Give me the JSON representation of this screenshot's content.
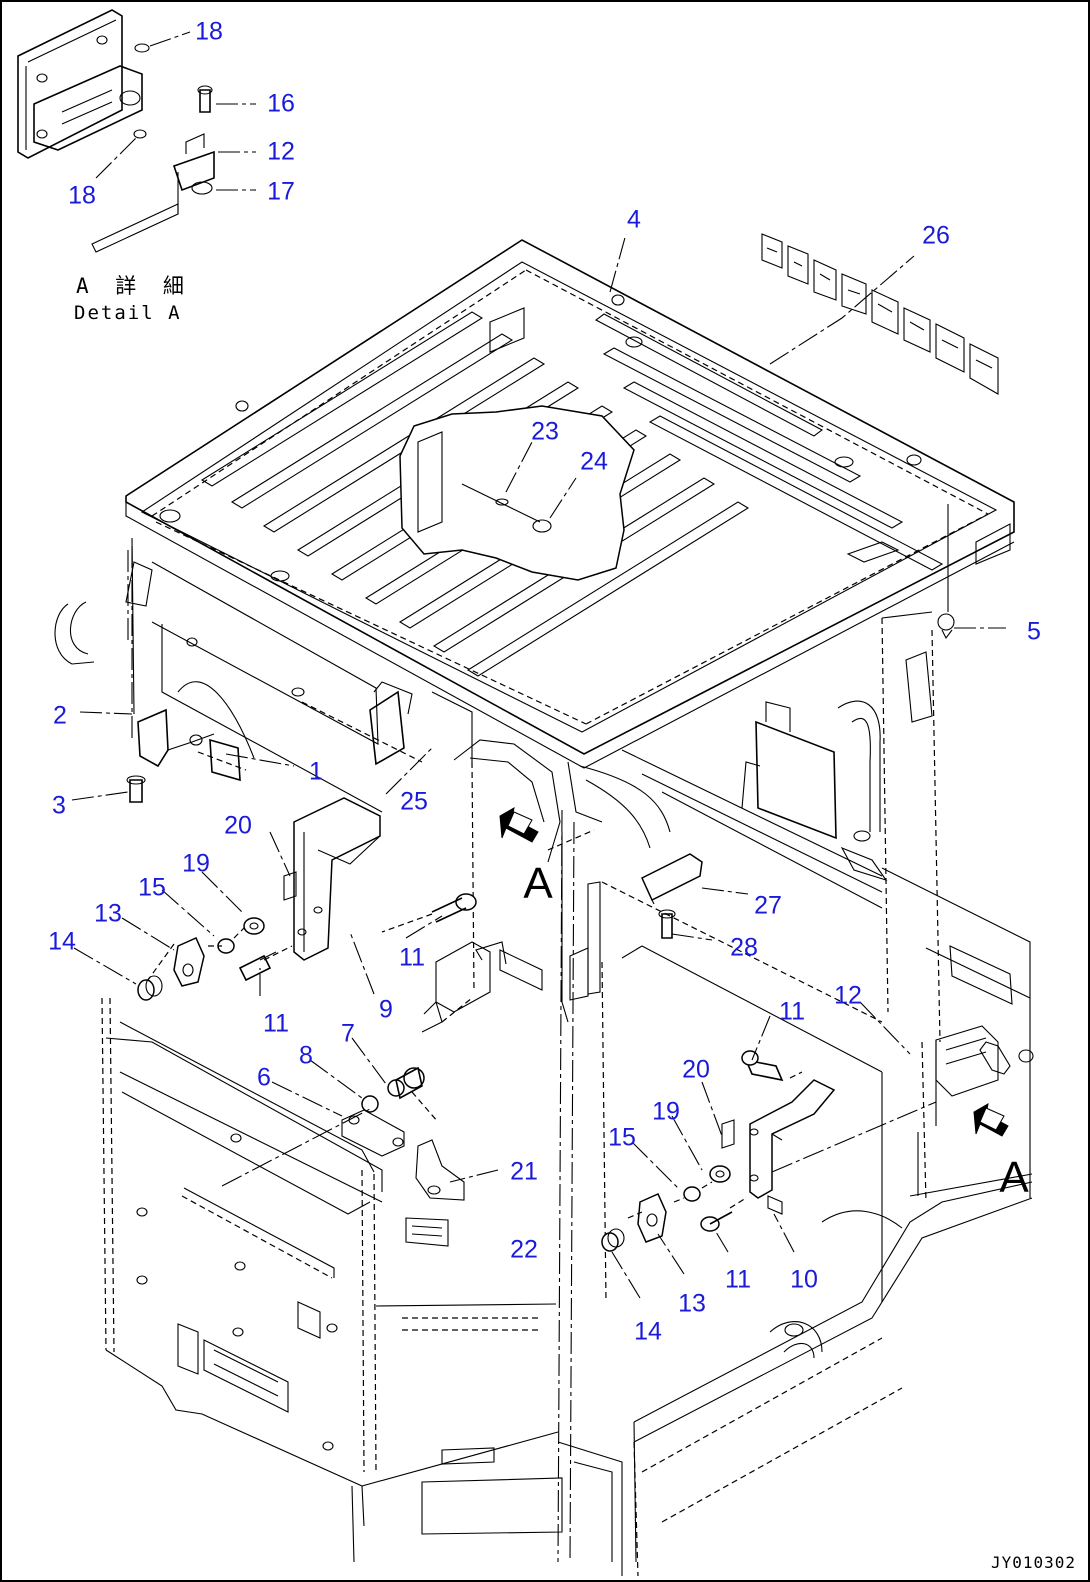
{
  "diagram": {
    "detail_label_jp": "A 詳 細",
    "detail_label_en": "Detail A",
    "view_marker": "A",
    "drawing_id": "JY010302",
    "callouts": [
      {
        "id": "c18a",
        "text": "18"
      },
      {
        "id": "c16",
        "text": "16"
      },
      {
        "id": "c12a",
        "text": "12"
      },
      {
        "id": "c18b",
        "text": "18"
      },
      {
        "id": "c17",
        "text": "17"
      },
      {
        "id": "c4",
        "text": "4"
      },
      {
        "id": "c26",
        "text": "26"
      },
      {
        "id": "c23",
        "text": "23"
      },
      {
        "id": "c24",
        "text": "24"
      },
      {
        "id": "c5",
        "text": "5"
      },
      {
        "id": "c2",
        "text": "2"
      },
      {
        "id": "c1",
        "text": "1"
      },
      {
        "id": "c3",
        "text": "3"
      },
      {
        "id": "c25",
        "text": "25"
      },
      {
        "id": "c20a",
        "text": "20"
      },
      {
        "id": "c19a",
        "text": "19"
      },
      {
        "id": "c15a",
        "text": "15"
      },
      {
        "id": "c13a",
        "text": "13"
      },
      {
        "id": "c14a",
        "text": "14"
      },
      {
        "id": "c11a",
        "text": "11"
      },
      {
        "id": "c11b",
        "text": "11"
      },
      {
        "id": "c9",
        "text": "9"
      },
      {
        "id": "c27",
        "text": "27"
      },
      {
        "id": "c28",
        "text": "28"
      },
      {
        "id": "c11c",
        "text": "11"
      },
      {
        "id": "c12b",
        "text": "12"
      },
      {
        "id": "c7",
        "text": "7"
      },
      {
        "id": "c8",
        "text": "8"
      },
      {
        "id": "c6",
        "text": "6"
      },
      {
        "id": "c20b",
        "text": "20"
      },
      {
        "id": "c19b",
        "text": "19"
      },
      {
        "id": "c15b",
        "text": "15"
      },
      {
        "id": "c21",
        "text": "21"
      },
      {
        "id": "c22",
        "text": "22"
      },
      {
        "id": "c14b",
        "text": "14"
      },
      {
        "id": "c13b",
        "text": "13"
      },
      {
        "id": "c11d",
        "text": "11"
      },
      {
        "id": "c10",
        "text": "10"
      }
    ]
  },
  "colors": {
    "callout_text": "#1a1adb",
    "line": "#000000",
    "background": "#ffffff"
  }
}
